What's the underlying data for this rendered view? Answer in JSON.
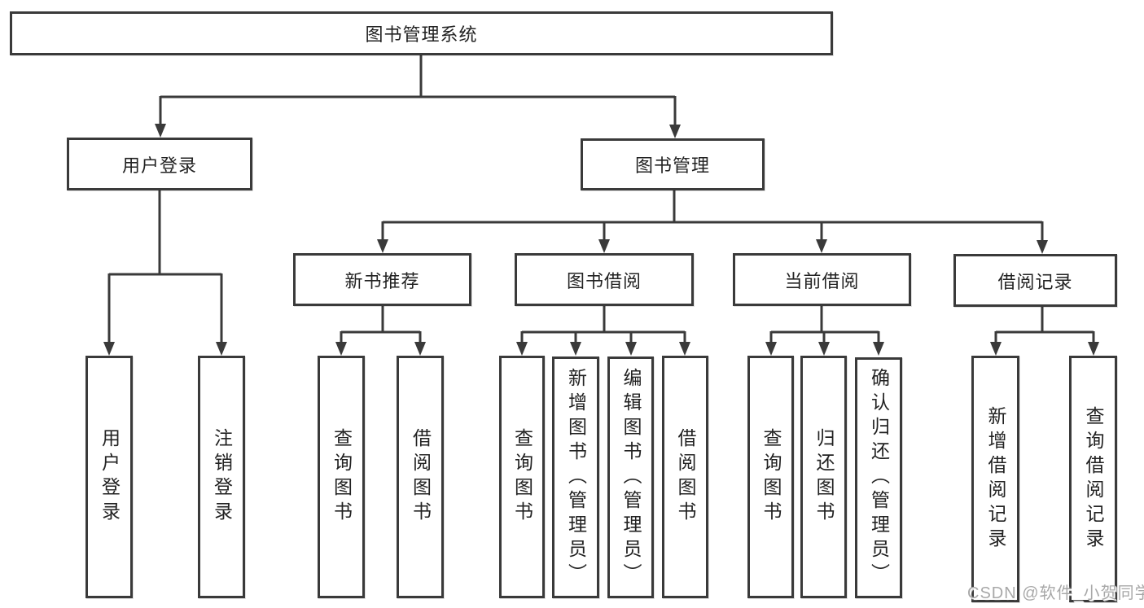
{
  "tree": {
    "root": {
      "label": "图书管理系统"
    },
    "children": [
      {
        "label": "用户登录",
        "children": [
          {
            "label": "用户登录"
          },
          {
            "label": "注销登录"
          }
        ]
      },
      {
        "label": "图书管理",
        "children": [
          {
            "label": "新书推荐",
            "children": [
              {
                "label": "查询图书"
              },
              {
                "label": "借阅图书"
              }
            ]
          },
          {
            "label": "图书借阅",
            "children": [
              {
                "label": "查询图书"
              },
              {
                "label": "新增图书（管理员）"
              },
              {
                "label": "编辑图书（管理员）"
              },
              {
                "label": "借阅图书"
              }
            ]
          },
          {
            "label": "当前借阅",
            "children": [
              {
                "label": "查询图书"
              },
              {
                "label": "归还图书"
              },
              {
                "label": "确认归还（管理员）"
              }
            ]
          },
          {
            "label": "借阅记录",
            "children": [
              {
                "label": "新增借阅记录"
              },
              {
                "label": "查询借阅记录"
              }
            ]
          }
        ]
      }
    ]
  },
  "watermark": {
    "text": "CSDN @软件_小贺同学"
  },
  "colors": {
    "line": "#3a3a3a",
    "text": "#222222",
    "watermark": "#a8a8a8",
    "background": "#ffffff"
  }
}
